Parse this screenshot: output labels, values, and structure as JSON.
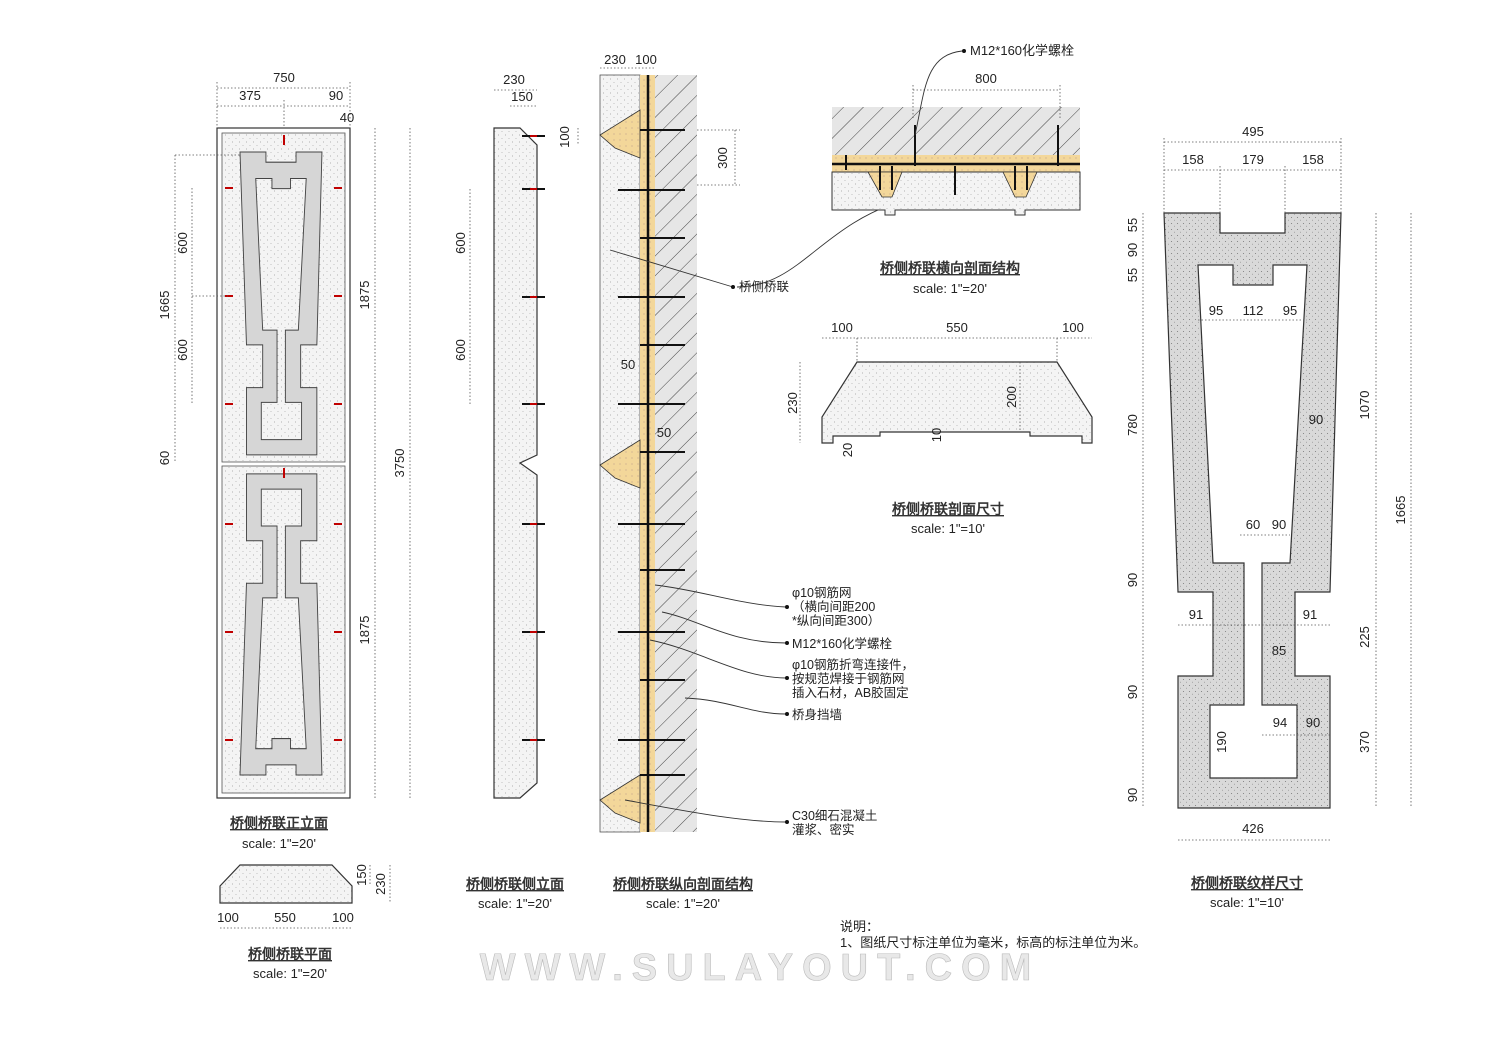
{
  "views": {
    "front_elevation": {
      "title": "桥侧桥联正立面",
      "scale": "scale: 1\"=20'",
      "dims": [
        "750",
        "375",
        "90",
        "40",
        "1665",
        "600",
        "600",
        "60",
        "1875",
        "1875",
        "3750"
      ]
    },
    "plan": {
      "title": "桥侧桥联平面",
      "scale": "scale: 1\"=20'",
      "dims": [
        "150",
        "230",
        "100",
        "550",
        "100"
      ]
    },
    "side_elevation": {
      "title": "桥侧桥联侧立面",
      "scale": "scale: 1\"=20'",
      "dims": [
        "230",
        "150",
        "100",
        "600",
        "600"
      ]
    },
    "longitudinal_section": {
      "title": "桥侧桥联纵向剖面结构",
      "scale": "scale: 1\"=20'",
      "dims": [
        "230",
        "100",
        "300",
        "50",
        "50"
      ],
      "label": "桥侧桥联",
      "annotations": [
        "φ10钢筋网",
        "（横向间距200",
        "*纵向间距300）",
        "M12*160化学螺栓",
        "φ10钢筋折弯连接件，",
        "按规范焊接于钢筋网",
        "插入石材，AB胶固定",
        "桥身挡墙",
        "C30细石混凝土",
        "灌浆、密实"
      ]
    },
    "transverse_section": {
      "title": "桥侧桥联横向剖面结构",
      "scale": "scale: 1\"=20'",
      "dims": [
        "800"
      ],
      "label": "M12*160化学螺栓"
    },
    "section_dims": {
      "title": "桥侧桥联剖面尺寸",
      "scale": "scale: 1\"=10'",
      "dims": [
        "100",
        "550",
        "100",
        "230",
        "200",
        "20",
        "10"
      ]
    },
    "pattern_dims": {
      "title": "桥侧桥联纹样尺寸",
      "scale": "scale: 1\"=10'",
      "dims": [
        "495",
        "158",
        "179",
        "158",
        "55",
        "90",
        "55",
        "95",
        "112",
        "95",
        "780",
        "1070",
        "90",
        "1665",
        "60",
        "90",
        "90",
        "91",
        "91",
        "225",
        "85",
        "90",
        "94",
        "90",
        "190",
        "370",
        "90",
        "426"
      ]
    }
  },
  "notes": {
    "heading": "说明：",
    "items": [
      "1、图纸尺寸标注单位为毫米，标高的标注单位为米。"
    ]
  },
  "watermark": "WWW.SULAYOUT.COM",
  "colors": {
    "stone": "#f2f2f2",
    "pattern": "#d9d9d9",
    "grout": "#f3d79a",
    "anchor_mark": "#c00000",
    "line": "#333333"
  }
}
